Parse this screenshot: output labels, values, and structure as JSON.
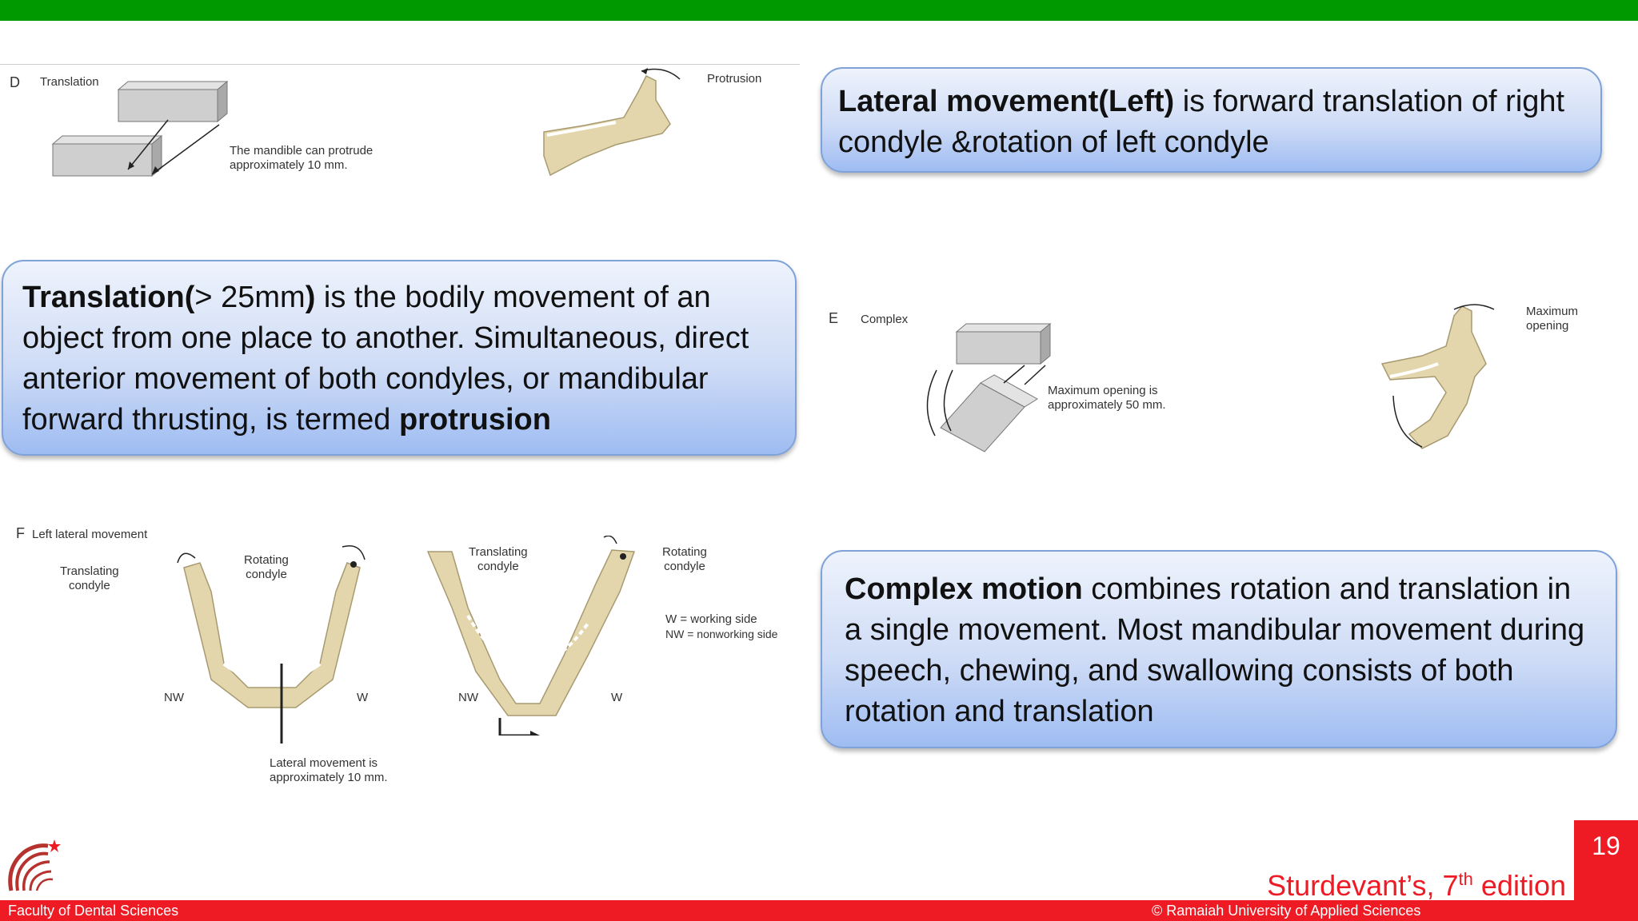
{
  "figure_d": {
    "letter": "D",
    "title": "Translation",
    "caption": "The mandible can protrude\napproximately 10 mm.",
    "jaw_label": "Protrusion"
  },
  "figure_e": {
    "letter": "E",
    "title": "Complex",
    "caption": "Maximum opening is\napproximately 50 mm.",
    "jaw_label": "Maximum\nopening"
  },
  "figure_f": {
    "letter": "F",
    "title": "Left lateral movement",
    "translating_condyle": "Translating\ncondyle",
    "rotating_condyle": "Rotating\ncondyle",
    "nw": "NW",
    "w": "W",
    "caption": "Lateral movement is\napproximately 10 mm.",
    "legend_w": "W = working side",
    "legend_nw": "NW = nonworking side"
  },
  "callout_lateral": {
    "bold": "Lateral movement(Left)",
    "text": " is forward translation of right condyle &rotation of left condyle"
  },
  "callout_translation": {
    "bold1": "Translation(",
    "text1": "> 25mm",
    "bold2": ")",
    "text2": " is the bodily movement of an object from one place to another. Simultaneous, direct anterior movement of both condyles, or mandibular forward thrusting, is termed ",
    "bold3": "protrusion"
  },
  "callout_complex": {
    "bold": "Complex motion",
    "text": " combines rotation and translation in a single movement. Most mandibular movement during speech, chewing, and swallowing consists of both rotation and translation"
  },
  "citation": {
    "name": "Sturdevant’s, 7",
    "sup": "th",
    "edition": " edition"
  },
  "page_number": "19",
  "footer": {
    "left": "Faculty of Dental Sciences",
    "right": "© Ramaiah University of Applied Sciences"
  },
  "colors": {
    "top_bar": "#009900",
    "footer_bar": "#ee1b24",
    "citation": "#ee1b24",
    "bone": "#e3d6ad"
  }
}
